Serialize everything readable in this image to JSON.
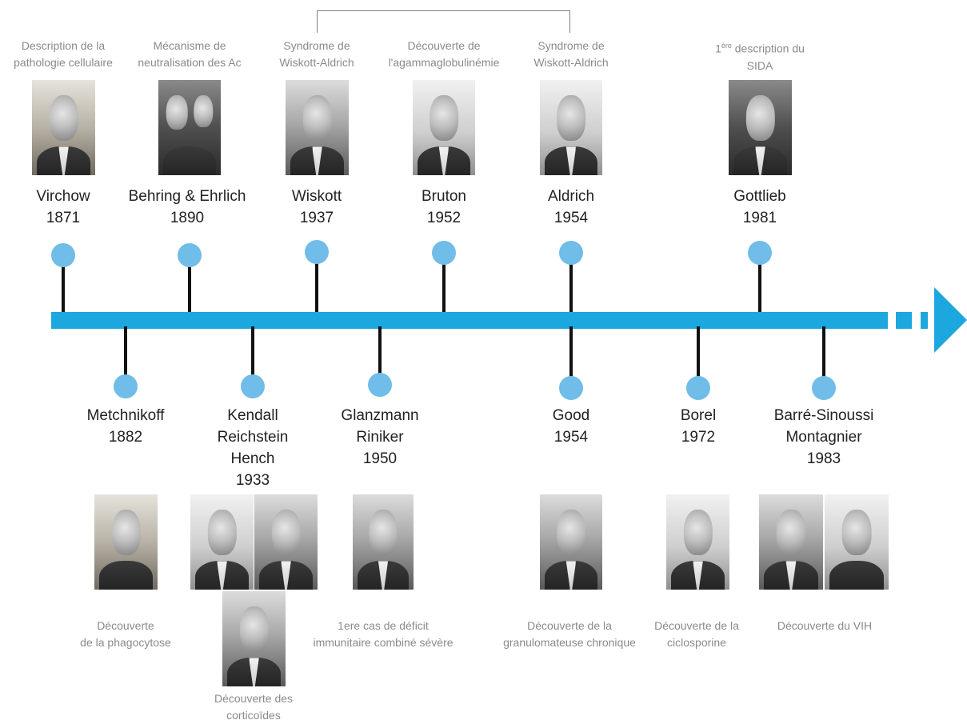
{
  "colors": {
    "timeline": "#1da7df",
    "dot": "#6fbde8",
    "stem": "#111111",
    "description": "#8a8a8a",
    "name": "#222222"
  },
  "top": [
    {
      "name": "Virchow",
      "year": "1871",
      "desc": [
        "Description de la",
        "pathologie cellulaire"
      ]
    },
    {
      "name": "Behring & Ehrlich",
      "year": "1890",
      "desc": [
        "Mécanisme de",
        "neutralisation des Ac"
      ]
    },
    {
      "name": "Wiskott",
      "year": "1937",
      "desc": [
        "Syndrome de",
        "Wiskott-Aldrich"
      ]
    },
    {
      "name": "Bruton",
      "year": "1952",
      "desc": [
        "Découverte de",
        "l'agammaglobulinémie"
      ]
    },
    {
      "name": "Aldrich",
      "year": "1954",
      "desc": [
        "Syndrome de",
        "Wiskott-Aldrich"
      ]
    },
    {
      "name": "Gottlieb",
      "year": "1981",
      "desc_sup": "ère",
      "desc": [
        "1",
        " description du",
        "SIDA"
      ]
    }
  ],
  "bottom": [
    {
      "names": [
        "Metchnikoff",
        "1882"
      ],
      "desc": [
        "Découverte",
        "de la phagocytose"
      ]
    },
    {
      "names": [
        "Kendall",
        "Reichstein",
        "Hench",
        "1933"
      ],
      "desc": [
        "Découverte des",
        "corticoïdes"
      ]
    },
    {
      "names": [
        "Glanzmann",
        "Riniker",
        "1950"
      ],
      "desc": [
        "1ere cas de déficit",
        "immunitaire combiné sévère"
      ]
    },
    {
      "names": [
        "Good",
        "1954"
      ],
      "desc": [
        "Découverte de la",
        "granulomateuse chronique"
      ]
    },
    {
      "names": [
        "Borel",
        "1972"
      ],
      "desc": [
        "Découverte de la",
        "ciclosporine"
      ]
    },
    {
      "names": [
        "Barré-Sinoussi",
        "Montagnier",
        "1983"
      ],
      "desc": [
        "Découverte du VIH"
      ]
    }
  ],
  "icons": {
    "portrait": "person-portrait-icon",
    "arrow": "arrow-right-icon"
  }
}
